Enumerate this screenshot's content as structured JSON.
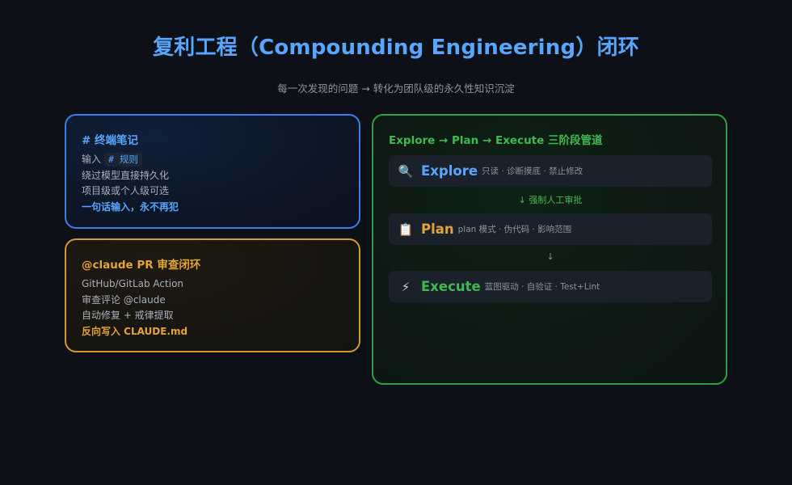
{
  "header": {
    "title": "复利工程（Compounding Engineering）闭环",
    "subtitle": "每一次发现的问题 → 转化为团队级的永久性知识沉淀"
  },
  "notes_card": {
    "title": "# 终端笔记",
    "input_prefix": "输入",
    "input_code": "# 规则",
    "line2": "绕过模型直接持久化",
    "line3": "项目级或个人级可选",
    "highlight": "一句话输入，永不再犯"
  },
  "pr_card": {
    "title": "@claude PR 审查闭环",
    "line1": "GitHub/GitLab Action",
    "line2": "审查评论 @claude",
    "line3": "自动修复 + 戒律提取",
    "highlight": "反向写入 CLAUDE.md"
  },
  "pipeline_card": {
    "title": "Explore → Plan → Execute 三阶段管道",
    "stages": [
      {
        "icon": "🔍",
        "icon_name": "magnifier-icon",
        "name": "Explore",
        "desc": "只读 · 诊断摸底 · 禁止修改"
      },
      {
        "icon": "📋",
        "icon_name": "clipboard-icon",
        "name": "Plan",
        "desc": "plan 模式 · 伪代码 · 影响范围"
      },
      {
        "icon": "⚡",
        "icon_name": "lightning-icon",
        "name": "Execute",
        "desc": "蓝图驱动 · 自验证 · Test+Lint"
      }
    ],
    "connector1": "↓ 强制人工审批",
    "connector2": "↓"
  },
  "colors": {
    "background": "#0d1117",
    "blue": "#58a6ff",
    "gold": "#e3a33a",
    "green": "#3fb950"
  }
}
